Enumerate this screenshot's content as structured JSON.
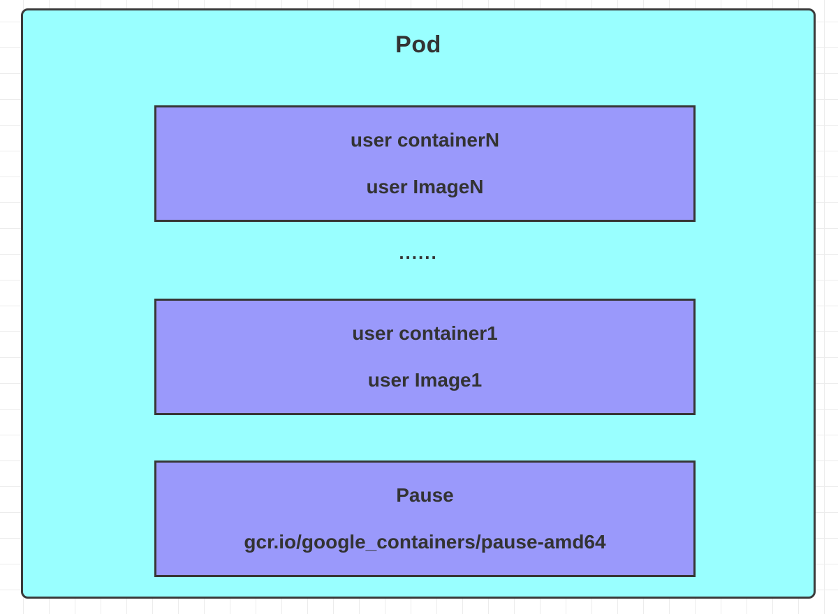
{
  "diagram": {
    "title": "Pod",
    "containers": [
      {
        "name": "user containerN",
        "image": "user ImageN"
      },
      {
        "name": "user container1",
        "image": "user Image1"
      },
      {
        "name": "Pause",
        "image": "gcr.io/google_containers/pause-amd64"
      }
    ],
    "ellipsis": "......",
    "colors": {
      "pod_fill": "#99ffff",
      "container_fill": "#9a99fb",
      "shape_border": "#3a3a3a",
      "text": "#333333",
      "canvas_background": "#ffffff",
      "canvas_grid": "#ececec"
    }
  }
}
